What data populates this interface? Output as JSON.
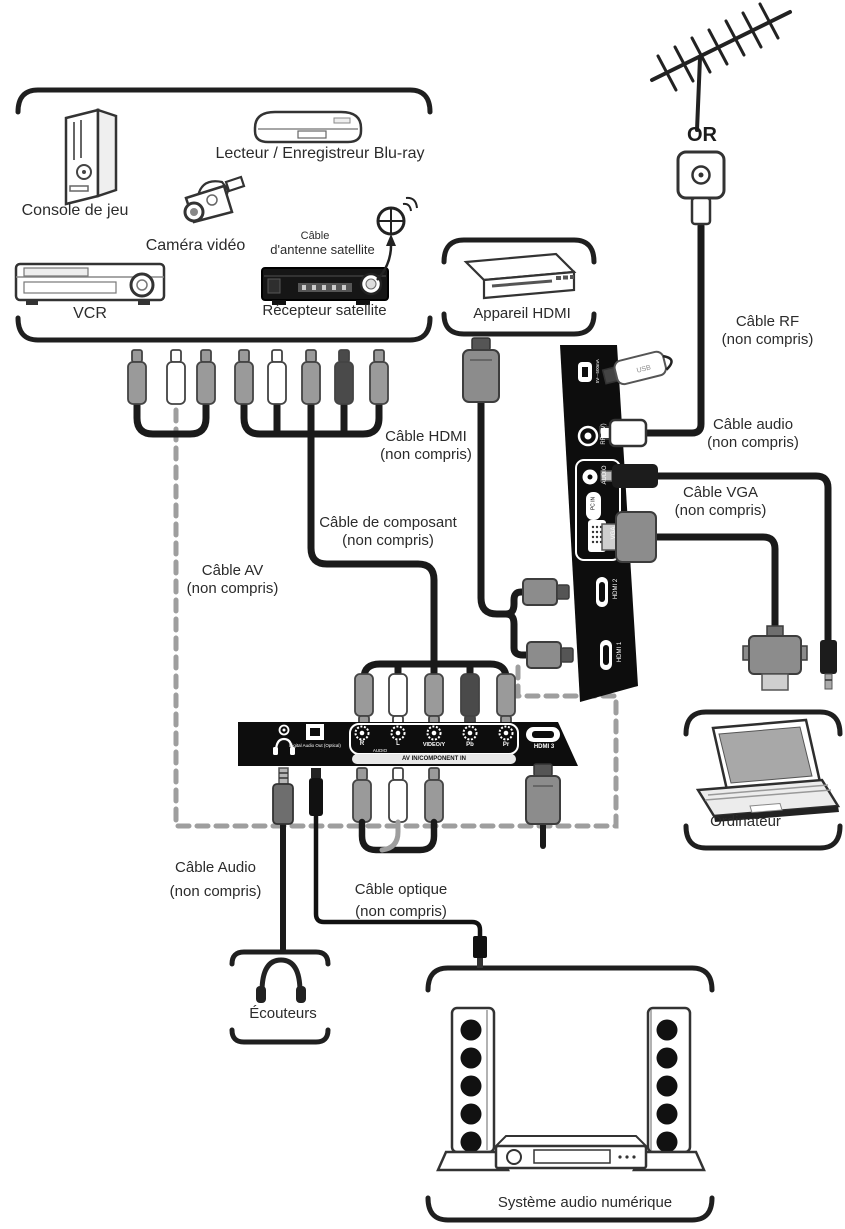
{
  "group_sources": {
    "console": "Console de jeu",
    "bluray": "Lecteur / Enregistreur Blu-ray",
    "camera": "Caméra vidéo",
    "vcr": "VCR",
    "satellite_receiver": "Récepteur satellite",
    "satellite_cable_line1": "Câble",
    "satellite_cable_line2": "d'antenne satellite"
  },
  "antenna": {
    "or": "OR"
  },
  "hdmi_device_label": "Appareil HDMI",
  "computer_label": "Ordinateur",
  "headphones_label": "Écouteurs",
  "audio_system_label": "Système audio numérique",
  "cables": {
    "rf": {
      "name": "Câble RF",
      "note": "(non compris)"
    },
    "audio_right": {
      "name": "Câble audio",
      "note": "(non compris)"
    },
    "vga": {
      "name": "Câble VGA",
      "note": "(non compris)"
    },
    "hdmi": {
      "name": "Câble HDMI",
      "note": "(non compris)"
    },
    "component": {
      "name": "Câble de composant",
      "note": "(non compris)"
    },
    "av": {
      "name": "Câble AV",
      "note": "(non compris)"
    },
    "audio_bottom": {
      "name": "Câble Audio",
      "note": "(non compris)"
    },
    "optical": {
      "name": "Câble optique",
      "note": "(non compris)"
    }
  },
  "side_panel": {
    "usb_stick": "USB",
    "usb_port": "5V---500mA",
    "rf": "RF (TV)",
    "audio": "AUDIO",
    "pc": "PC IN",
    "vga": "VGA",
    "hdmi2": "HDMI 2",
    "hdmi1": "HDMI 1"
  },
  "bottom_panel": {
    "optical": "Digital Audio Out (Optical)",
    "r": "R",
    "l": "L",
    "audio_group": "AUDIO",
    "video_y": "VIDEO/Y",
    "pb": "Pb",
    "pr": "Pr",
    "av_strip": "AV IN/COMPONENT IN",
    "hdmi3": "HDMI 3"
  },
  "colors": {
    "line": "#1f1f1f",
    "panel": "#0d0d0d",
    "dashed_cable": "#9e9e9e",
    "connector_gray": "#9a9a9a",
    "connector_dark": "#4a4a4a",
    "background": "#ffffff"
  }
}
